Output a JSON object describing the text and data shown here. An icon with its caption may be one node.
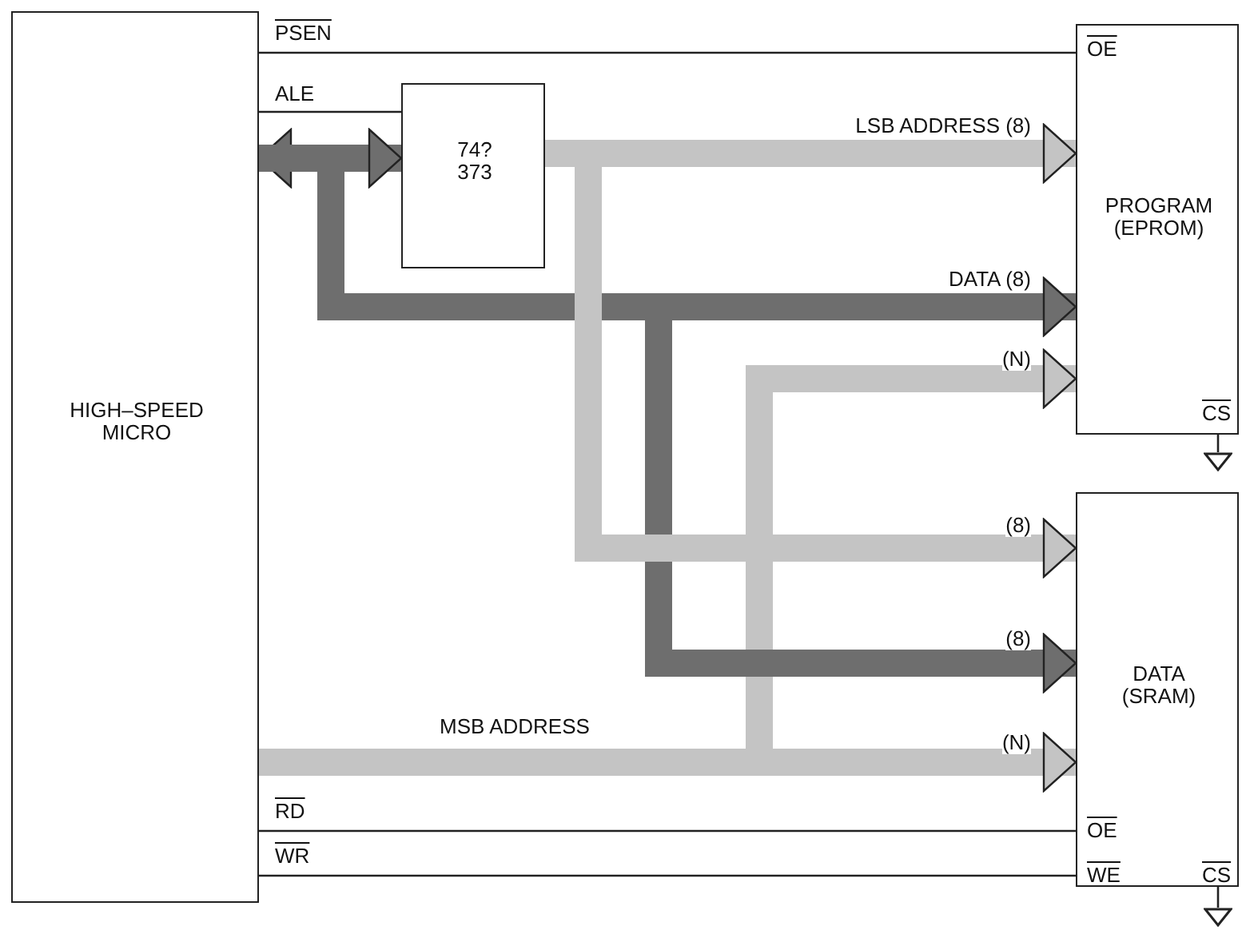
{
  "diagram": {
    "nodes": [
      {
        "text": [
          "HIGH–SPEED MICRO"
        ]
      },
      {
        "text": [
          "74? 373"
        ]
      },
      {
        "text": [
          "OE",
          "PROGRAM (EPROM)",
          "CS"
        ]
      },
      {
        "text": [
          "DATA (SRAM)",
          "OE",
          "WE",
          "CS"
        ]
      },
      {
        "text": [],
        "shape": "ground"
      },
      {
        "text": [],
        "shape": "ground"
      }
    ],
    "edges": [
      {
        "from": 0,
        "to": 2,
        "arrow": "none",
        "label": "PSEN",
        "color": "#222222"
      },
      {
        "from": 0,
        "to": 1,
        "arrow": "none",
        "label": "ALE",
        "color": "#222222"
      },
      {
        "from": 0,
        "to": 1,
        "arrow": "both",
        "color": "#6e6e6e"
      },
      {
        "from": 1,
        "to": 2,
        "arrow": "to",
        "label": "LSB ADDRESS (8)",
        "color": "#c4c4c4"
      },
      {
        "from": 0,
        "to": 2,
        "arrow": "to",
        "label": "DATA (8)",
        "color": "#6e6e6e"
      },
      {
        "from": 0,
        "to": 2,
        "arrow": "to",
        "label": "(N)",
        "color": "#c4c4c4"
      },
      {
        "from": 0,
        "to": 3,
        "arrow": "to",
        "label": "(8)",
        "color": "#6e6e6e"
      },
      {
        "from": 1,
        "to": 3,
        "arrow": "to",
        "label": "(8)",
        "color": "#c4c4c4"
      },
      {
        "from": 0,
        "to": 3,
        "arrow": "to",
        "label": "(N)",
        "color": "#c4c4c4"
      },
      {
        "from": 0,
        "to": 3,
        "arrow": "none",
        "label": "RD",
        "color": "#222222"
      },
      {
        "from": 0,
        "to": 3,
        "arrow": "none",
        "label": "WR",
        "color": "#222222"
      },
      {
        "from": 2,
        "to": 4,
        "arrow": "none",
        "color": "#222222"
      },
      {
        "from": 3,
        "to": 5,
        "arrow": "none",
        "color": "#222222"
      }
    ],
    "labels": [
      "MSB ADDRESS"
    ]
  }
}
